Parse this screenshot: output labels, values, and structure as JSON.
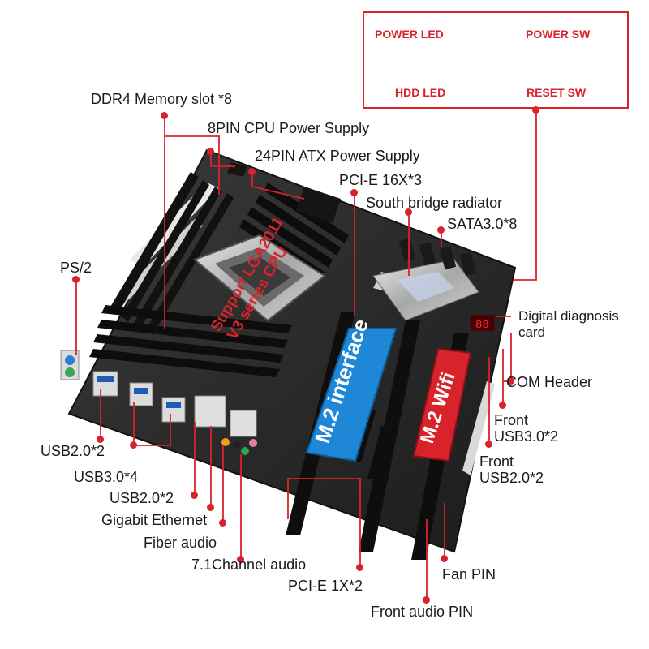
{
  "header_pins": {
    "power_led": "POWER LED",
    "power_sw": "POWER SW",
    "hdd_led": "HDD  LED",
    "reset_sw": "RESET SW"
  },
  "callouts": {
    "ddr4": "DDR4 Memory slot *8",
    "cpu_power": "8PIN CPU Power Supply",
    "atx_power": "24PIN ATX Power Supply",
    "pcie16": "PCI-E 16X*3",
    "southbridge": "South bridge radiator",
    "sata": "SATA3.0*8",
    "ps2": "PS/2",
    "diag_line1": "Digital diagnosis",
    "diag_line2": "card",
    "com": "COM Header",
    "front_usb3_line1": "Front",
    "front_usb3_line2": "USB3.0*2",
    "front_usb2_line1": "Front",
    "front_usb2_line2": "USB2.0*2",
    "usb2_rear_a": "USB2.0*2",
    "usb3_rear": "USB3.0*4",
    "usb2_rear_b": "USB2.0*2",
    "ethernet": "Gigabit Ethernet",
    "fiber": "Fiber audio",
    "audio71": "7.1Channel audio",
    "pcie1": "PCI-E 1X*2",
    "fan": "Fan PIN",
    "front_audio": "Front audio PIN"
  },
  "board_text": {
    "cpu_support_line1": "Support LGA2011",
    "cpu_support_line2": "V3 series CPU",
    "m2_interface": "M.2 interface",
    "m2_wifi": "M.2 Wifi"
  },
  "colors": {
    "accent_red": "#d8232a",
    "m2_interface_blue": "#1e88d6",
    "m2_wifi_red": "#d8232a",
    "pcb": "#2a2a2a"
  }
}
